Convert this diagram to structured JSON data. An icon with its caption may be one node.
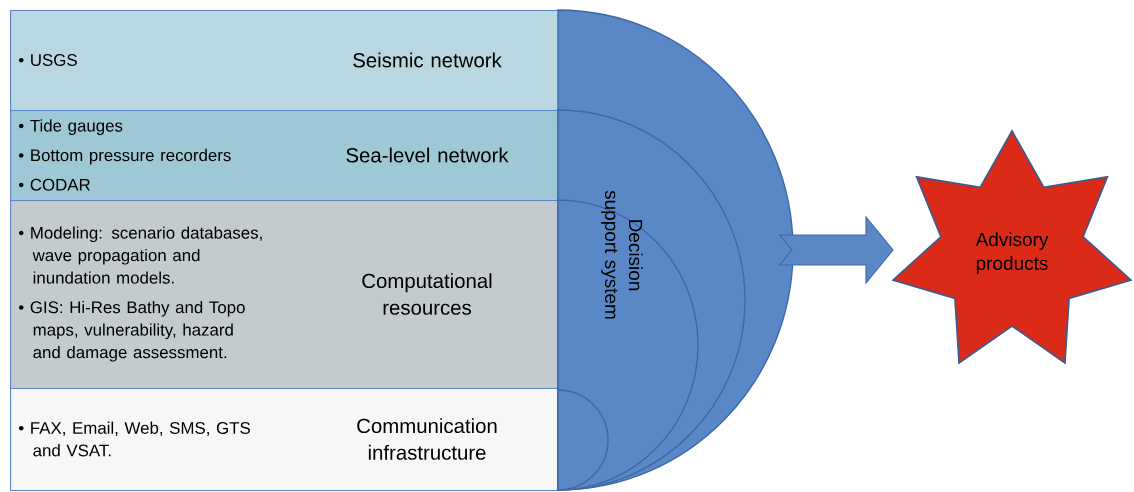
{
  "diagram": {
    "nodes": [
      {
        "text": [
          "• USGS",
          "Seismic network"
        ]
      },
      {
        "text": [
          "• Tide gauges",
          "• Bottom pressure recorders",
          "• CODAR",
          "Sea-level network"
        ]
      },
      {
        "text": [
          "• Modeling: scenario databases, wave propagation and inundation models.",
          "• GIS: Hi-Res Bathy and Topo maps, vulnerability, hazard and damage assessment.",
          "Computational resources"
        ]
      },
      {
        "text": [
          "• FAX, Email, Web, SMS, GTS and VSAT.",
          "Communication infrastructure"
        ]
      },
      {
        "text": [
          "Decision support system"
        ]
      },
      {
        "text": [
          "Advisory products"
        ]
      }
    ],
    "edges": [
      {
        "from": 4,
        "to": 5,
        "arrow": "to"
      }
    ]
  }
}
